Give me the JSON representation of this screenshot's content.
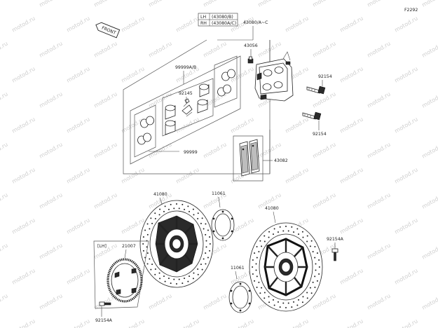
{
  "diagram_code": "F2292",
  "front_label": "FRONT",
  "caliper_table": {
    "rows": [
      {
        "side": "LH",
        "part": "(43080/B)"
      },
      {
        "side": "RH",
        "part": "(43080A/C)"
      }
    ]
  },
  "labels": {
    "caliper_assy": "43080/A~C",
    "bleeder": "43056",
    "bolt_upper": "92154",
    "bolt_lower": "92154",
    "seal_kit_a": "99999A/B",
    "piston": "92145",
    "seal_kit": "99999",
    "pad_set": "43082",
    "disc_left": "41080",
    "disc_right": "41080",
    "spacer_upper": "11061",
    "spacer_lower": "11061",
    "rotor_bolt_right": "92154A",
    "rotor_bolt_left": "92154A",
    "sensor_side": "[LH]",
    "sensor_ring": "21007"
  },
  "watermark_text": "motod.ru"
}
